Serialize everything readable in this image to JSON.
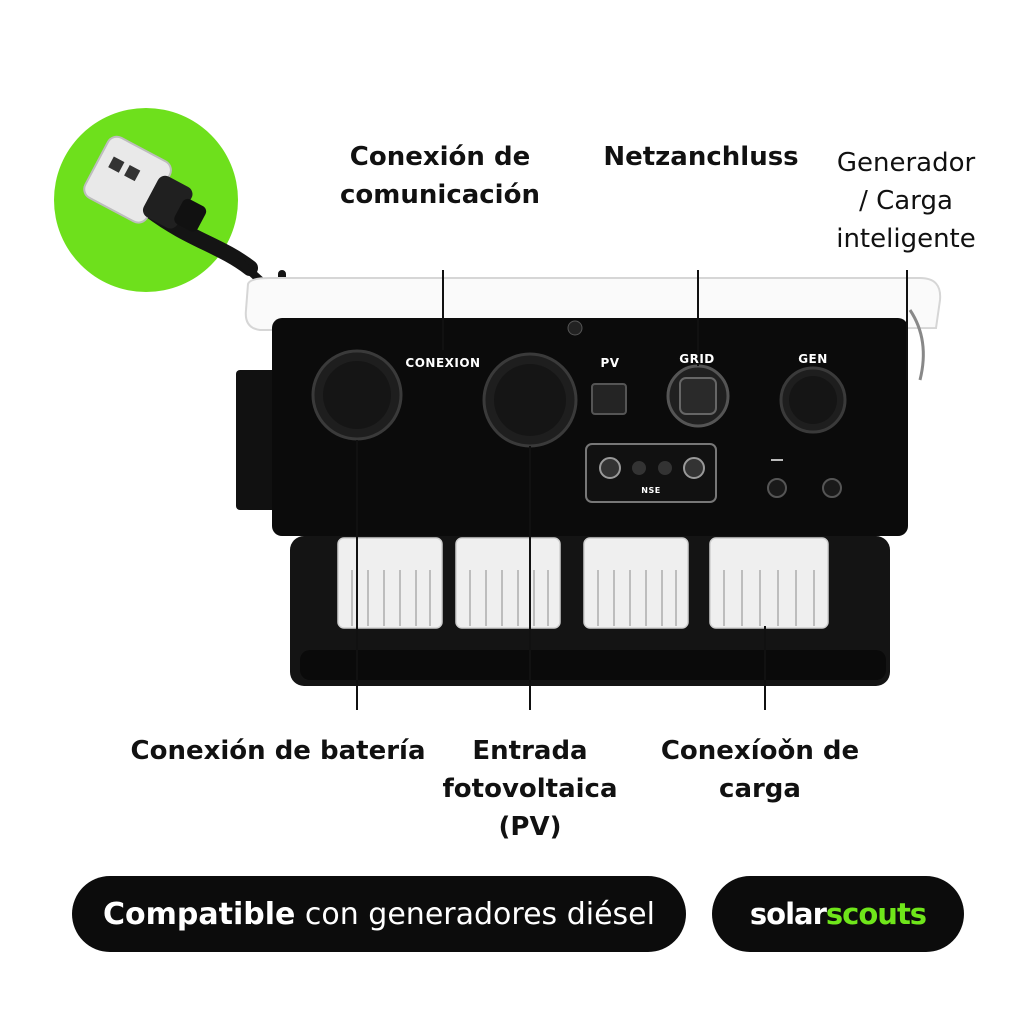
{
  "callouts": {
    "communication": [
      "Conexión de",
      "comunicación"
    ],
    "grid": "Netzanchluss",
    "generator": [
      "Generador",
      "/ Carga",
      "inteligente"
    ],
    "battery": "Conexión de batería",
    "pv": [
      "Entrada",
      "fotovoltaica",
      "(PV)"
    ],
    "load": [
      "Conexíoǒn de",
      "carga"
    ]
  },
  "device": {
    "port_labels": {
      "conexion": "CONEXION",
      "pv": "PV",
      "grid": "GRID",
      "gen": "GEN"
    },
    "panel_small_label": "NSE"
  },
  "banner": {
    "bold": "Compatible",
    "rest": " con generadores diésel"
  },
  "brand": {
    "part1": "solar",
    "part2": "scouts",
    "accent_color": "#6fe61a"
  },
  "icons": [
    "plug-icon",
    "arrow-icon"
  ]
}
